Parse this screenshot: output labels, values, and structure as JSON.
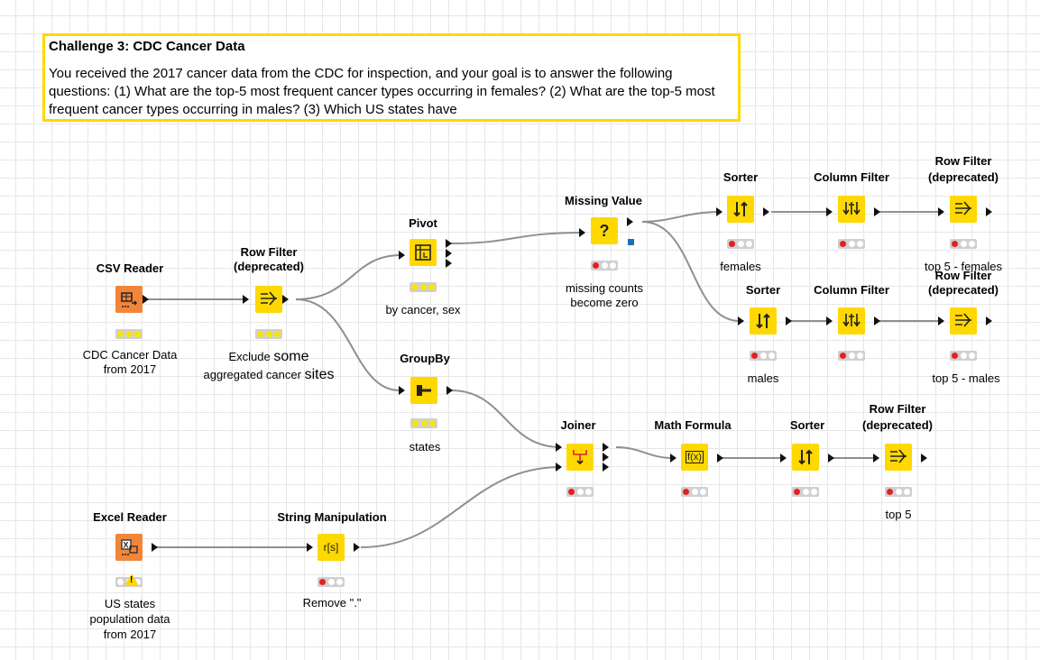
{
  "annotation": {
    "title": "Challenge 3: CDC Cancer Data",
    "body": "You received the 2017 cancer data from the CDC for inspection, and your goal is to answer the following questions: (1) What are the top-5 most frequent cancer types occurring in females? (2) What are the top-5 most frequent cancer types occurring in males? (3) Which US states have"
  },
  "nodes": {
    "csv_reader": {
      "label": "CSV Reader",
      "caption1": "CDC Cancer Data",
      "caption2": "from 2017"
    },
    "row_filter_1": {
      "label1": "Row Filter",
      "label2": "(deprecated)",
      "caption1a": "Exclude ",
      "caption1b": "some",
      "caption2a": "aggregated cancer ",
      "caption2b": "sites"
    },
    "pivot": {
      "label": "Pivot",
      "caption": "by cancer, sex"
    },
    "groupby": {
      "label": "GroupBy",
      "caption": "states"
    },
    "missing_value": {
      "label": "Missing Value",
      "caption1": "missing counts",
      "caption2": "become zero"
    },
    "sorter_f": {
      "label": "Sorter",
      "caption": "females"
    },
    "column_filter_f": {
      "label": "Column Filter"
    },
    "row_filter_f": {
      "label1": "Row Filter",
      "label2": "(deprecated)",
      "caption": "top 5 - females"
    },
    "sorter_m": {
      "label": "Sorter",
      "caption": "males"
    },
    "column_filter_m": {
      "label": "Column Filter"
    },
    "row_filter_m": {
      "label1": "Row Filter",
      "label2": "(deprecated)",
      "caption": "top 5 - males"
    },
    "joiner": {
      "label": "Joiner"
    },
    "math_formula": {
      "label": "Math Formula"
    },
    "sorter_t": {
      "label": "Sorter"
    },
    "row_filter_t": {
      "label1": "Row Filter",
      "label2": "(deprecated)",
      "caption": "top 5"
    },
    "excel_reader": {
      "label": "Excel Reader",
      "caption1": "US states",
      "caption2": "population data",
      "caption3": "from 2017"
    },
    "string_manipulation": {
      "label": "String Manipulation",
      "caption": "Remove \".\"",
      "icon": "r[s]"
    }
  },
  "icons": {
    "math": "f(x)",
    "missing": "?",
    "warning": "!"
  },
  "colors": {
    "node": "#ffd800",
    "reader": "#f2853a",
    "status_red": "#e32121",
    "status_yellow": "#f7e600"
  }
}
